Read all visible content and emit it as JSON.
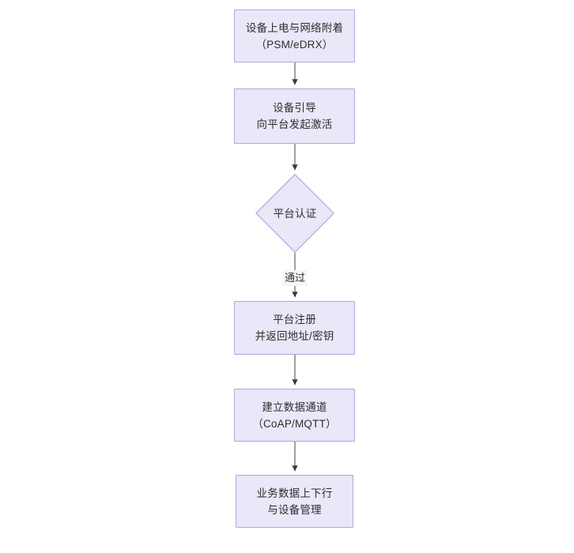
{
  "diagram": {
    "type": "flowchart",
    "orientation": "top-to-bottom",
    "background_color": "#ffffff",
    "node_fill_color": "#e9e7f8",
    "node_border_color": "#b6a4de",
    "text_color": "#2e2e2e",
    "edge_color": "#555555",
    "nodes": [
      {
        "id": "n1",
        "shape": "rectangle",
        "lines": [
          "设备上电与网络附着",
          "（PSM/eDRX）"
        ]
      },
      {
        "id": "n2",
        "shape": "rectangle",
        "lines": [
          "设备引导",
          "向平台发起激活"
        ]
      },
      {
        "id": "n3",
        "shape": "diamond",
        "lines": [
          "平台认证"
        ]
      },
      {
        "id": "n4",
        "shape": "rectangle",
        "lines": [
          "平台注册",
          "并返回地址/密钥"
        ]
      },
      {
        "id": "n5",
        "shape": "rectangle",
        "lines": [
          "建立数据通道",
          "（CoAP/MQTT）"
        ]
      },
      {
        "id": "n6",
        "shape": "rectangle",
        "lines": [
          "业务数据上下行",
          "与设备管理"
        ]
      }
    ],
    "edges": [
      {
        "id": "e1",
        "from": "n1",
        "to": "n2",
        "label": ""
      },
      {
        "id": "e2",
        "from": "n2",
        "to": "n3",
        "label": ""
      },
      {
        "id": "e3",
        "from": "n3",
        "to": "n4",
        "label": "通过"
      },
      {
        "id": "e4",
        "from": "n4",
        "to": "n5",
        "label": ""
      },
      {
        "id": "e5",
        "from": "n5",
        "to": "n6",
        "label": ""
      }
    ]
  }
}
